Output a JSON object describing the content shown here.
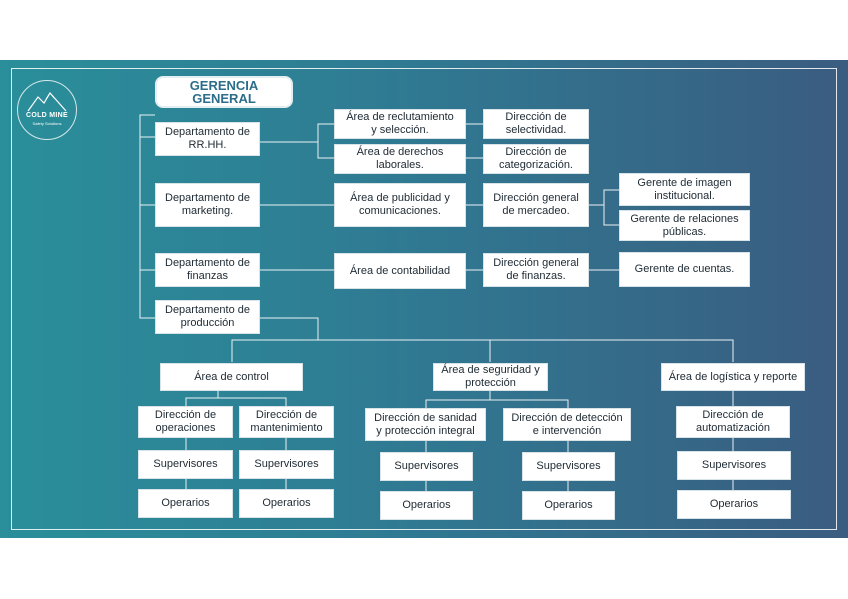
{
  "logo": {
    "name": "COLD MINE",
    "tagline": "Safety Solutions"
  },
  "title": "GERENCIA GENERAL",
  "departments": {
    "rrhh": "Departamento de\nRR.HH.",
    "marketing": "Departamento de\nmarketing.",
    "finanzas": "Departamento de\nfinanzas",
    "produccion": "Departamento de\nproducción"
  },
  "areas": {
    "reclutamiento": "Área de reclutamiento\ny selección.",
    "derechos": "Área de derechos\nlaborales.",
    "publicidad": "Área de publicidad y\ncomunicaciones.",
    "contabilidad": "Área de contabilidad",
    "control": "Área de control",
    "seguridad": "Área de seguridad y\nprotección",
    "logistica": "Área de logística y reporte"
  },
  "directions": {
    "selectividad": "Dirección de\nselectividad.",
    "categorizacion": "Dirección de\ncategorización.",
    "mercadeo": "Dirección general\nde mercadeo.",
    "finanzas": "Dirección general\nde finanzas.",
    "operaciones": "Dirección de\noperaciones",
    "mantenimiento": "Dirección de\nmantenimiento",
    "sanidad": "Dirección de sanidad\ny protección integral",
    "deteccion": "Dirección de detección\ne intervención",
    "automatizacion": "Dirección de\nautomatización"
  },
  "managers": {
    "imagen": "Gerente de imagen\ninstitucional.",
    "relaciones": "Gerente de relaciones\npúblicas.",
    "cuentas": "Gerente de cuentas."
  },
  "staff": {
    "supervisores": "Supervisores",
    "operarios": "Operarios"
  },
  "colors": {
    "background_start": "#2a8f9a",
    "background_end": "#3a5c80",
    "title_text": "#2c6e8a",
    "box": "#ffffff",
    "line": "#ffffff"
  }
}
